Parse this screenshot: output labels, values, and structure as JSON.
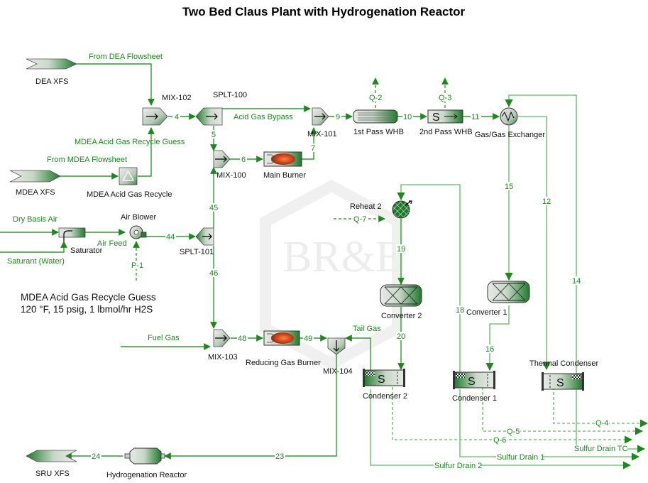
{
  "title": "Two Bed Claus Plant with Hydrogenation Reactor",
  "watermark": "BR&E",
  "note": {
    "line1": "MDEA Acid Gas Recycle Guess",
    "line2": "120 °F, 15 psig, 1 lbmol/hr H2S"
  },
  "colors": {
    "stream": "#2e9a2e",
    "stream_light": "#7cc47c",
    "equipment_dark": "#1e7a2a",
    "equipment_light": "#e6e6e6",
    "flame": "#d9471a"
  },
  "equipment": {
    "dea_xfs": "DEA XFS",
    "mdea_xfs": "MDEA XFS",
    "sru_xfs": "SRU XFS",
    "mix_102": "MIX-102",
    "splt_100": "SPLT-100",
    "mix_100": "MIX-100",
    "mix_101": "MIX-101",
    "main_burner": "Main Burner",
    "whb1": "1st Pass WHB",
    "whb2": "2nd Pass WHB",
    "gas_exchanger": "Gas/Gas Exchanger",
    "mdea_recycle": "MDEA Acid Gas Recycle",
    "saturator": "Saturator",
    "air_blower": "Air Blower",
    "splt_101": "SPLT-101",
    "reheat2": "Reheat 2",
    "converter2": "Converter 2",
    "converter1": "Converter 1",
    "mix_103": "MIX-103",
    "reducing_burner": "Reducing Gas Burner",
    "mix_104": "MIX-104",
    "condenser2": "Condenser 2",
    "condenser1": "Condenser 1",
    "thermal_condenser": "Thermal Condenser",
    "hydrogenation_reactor": "Hydrogenation Reactor"
  },
  "streams": {
    "from_dea": "From DEA Flowsheet",
    "from_mdea": "From MDEA Flowsheet",
    "mdea_guess": "MDEA Acid Gas Recycle Guess",
    "s4": "4",
    "s5": "5",
    "s6": "6",
    "s7": "7",
    "s9": "9",
    "s10": "10",
    "s11": "11",
    "s12": "12",
    "s14": "14",
    "s15": "15",
    "s16": "16",
    "s18": "18",
    "s19": "19",
    "s20": "20",
    "s23": "23",
    "s24": "24",
    "s44": "44",
    "s45": "45",
    "s46": "46",
    "s48": "48",
    "s49": "49",
    "acid_gas_bypass": "Acid Gas Bypass",
    "dry_air": "Dry Basis Air",
    "saturant": "Saturant (Water)",
    "air_feed": "Air Feed",
    "fuel_gas": "Fuel Gas",
    "tail_gas": "Tail Gas",
    "q2": "Q-2",
    "q3": "Q-3",
    "q4": "Q-4",
    "q5": "Q-5",
    "q6": "Q-6",
    "q7": "Q-7",
    "p1": "P-1",
    "sulfur_drain_tc": "Sulfur Drain TC",
    "sulfur_drain1": "Sulfur Drain 1",
    "sulfur_drain2": "Sulfur Drain 2"
  }
}
